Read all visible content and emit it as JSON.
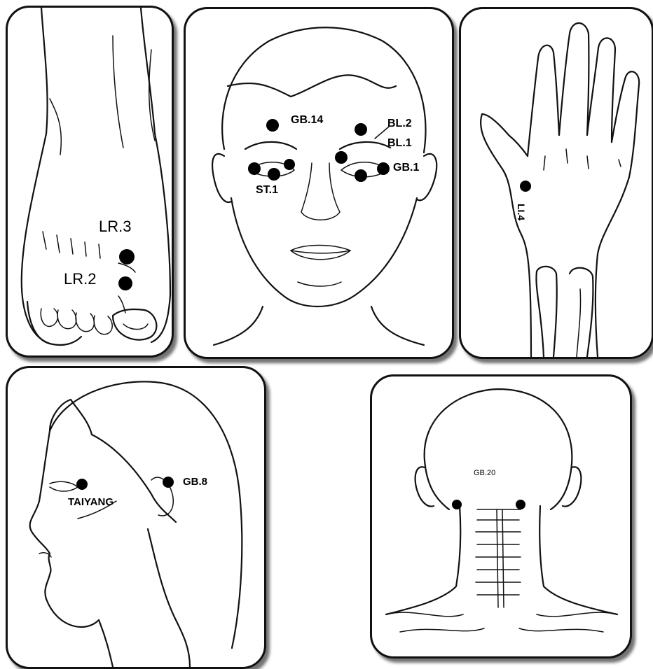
{
  "panels": {
    "foot": {
      "points": {
        "lr3": "LR.3",
        "lr2": "LR.2"
      }
    },
    "face": {
      "points": {
        "gb14": "GB.14",
        "bl2": "BL.2",
        "bl1": "BL.1",
        "gb1": "GB.1",
        "st1": "ST.1"
      }
    },
    "hand": {
      "points": {
        "li4": "LI.4"
      }
    },
    "side_head": {
      "points": {
        "taiyang": "TAIYANG",
        "gb8": "GB.8"
      }
    },
    "back_head": {
      "points": {
        "gb20": "GB.20"
      }
    }
  },
  "colors": {
    "line": "#111111",
    "point": "#000000",
    "background": "#ffffff"
  }
}
